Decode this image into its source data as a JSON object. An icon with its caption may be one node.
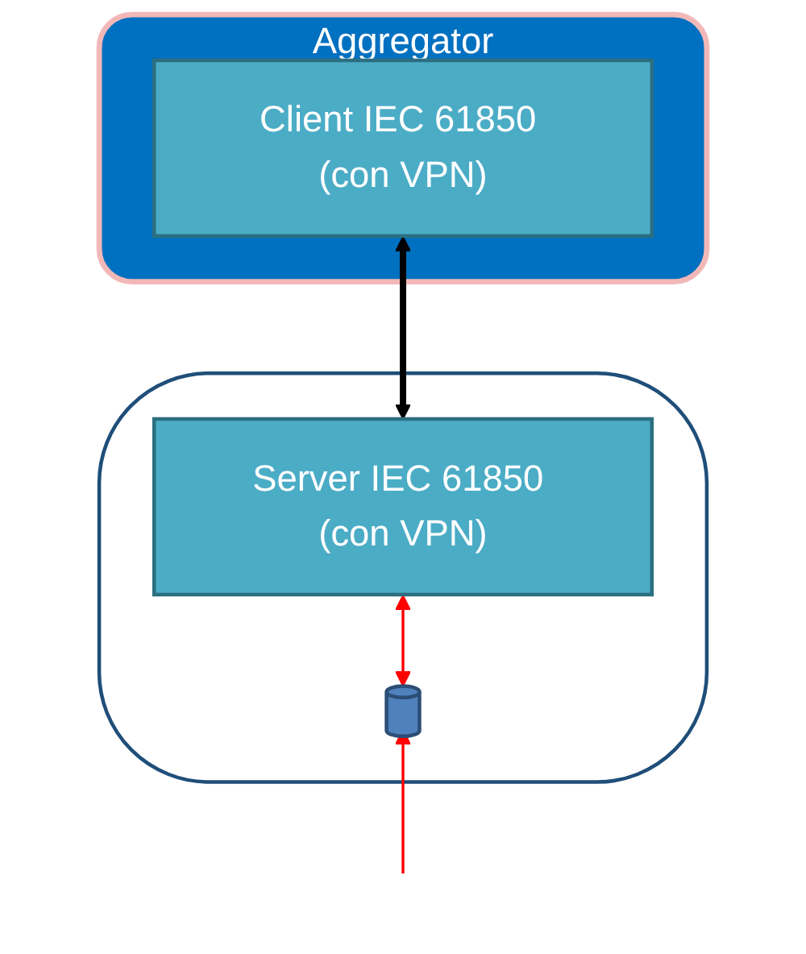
{
  "diagram": {
    "nodes": [
      {
        "text": [
          "Aggregator"
        ]
      },
      {
        "text": [
          "Client IEC 61850 (con VPN)"
        ],
        "in": 0
      },
      {
        "text": [],
        "shape": "cloud"
      },
      {
        "text": [
          "Server IEC 61850 (con VPN)"
        ],
        "in": 2
      },
      {
        "text": [],
        "shape": "cylinder",
        "in": 2
      }
    ],
    "edges": [
      {
        "from": 1,
        "to": 3,
        "arrow": "both",
        "style": "thick",
        "color": "#000000"
      },
      {
        "from": 3,
        "to": 4,
        "arrow": "both",
        "color": "#ff0000"
      },
      {
        "from": null,
        "to": 4,
        "arrow": "to",
        "color": "#ff0000"
      }
    ]
  }
}
